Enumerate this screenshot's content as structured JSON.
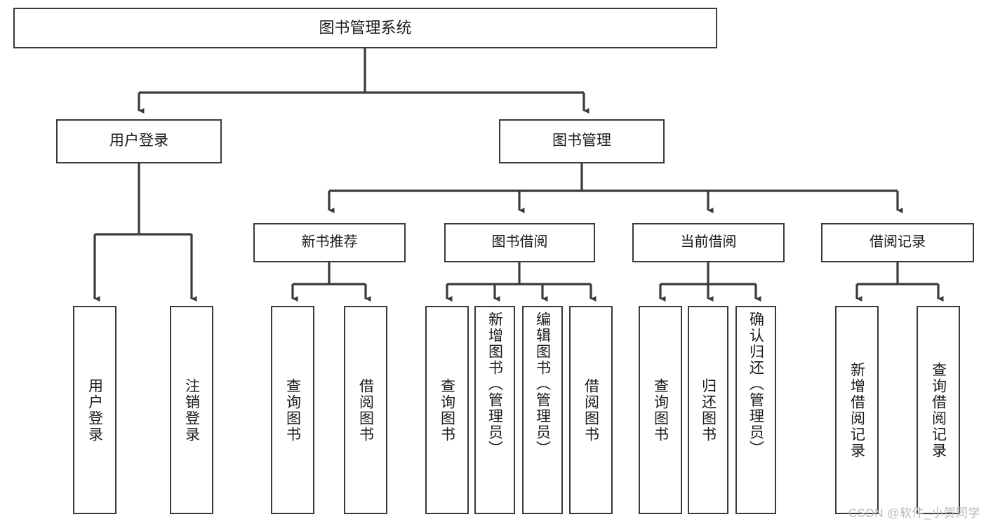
{
  "diagram": {
    "title": "图书管理系统",
    "type": "hierarchy-tree",
    "root": {
      "id": "root",
      "label": "图书管理系统"
    },
    "level2": [
      {
        "id": "user-login",
        "label": "用户登录"
      },
      {
        "id": "book-manage",
        "label": "图书管理"
      }
    ],
    "level3": [
      {
        "id": "new-book-rec",
        "label": "新书推荐",
        "parent": "book-manage"
      },
      {
        "id": "book-borrow",
        "label": "图书借阅",
        "parent": "book-manage"
      },
      {
        "id": "current-borrow",
        "label": "当前借阅",
        "parent": "book-manage"
      },
      {
        "id": "borrow-record",
        "label": "借阅记录",
        "parent": "book-manage"
      }
    ],
    "leaves": [
      {
        "id": "leaf-user-login",
        "label": "用户登录",
        "parent": "user-login"
      },
      {
        "id": "leaf-user-logout",
        "label": "注销登录",
        "parent": "user-login"
      },
      {
        "id": "leaf-query-book-1",
        "label": "查询图书",
        "parent": "new-book-rec"
      },
      {
        "id": "leaf-borrow-book-1",
        "label": "借阅图书",
        "parent": "new-book-rec"
      },
      {
        "id": "leaf-query-book-2",
        "label": "查询图书",
        "parent": "book-borrow"
      },
      {
        "id": "leaf-add-book",
        "label": "新增图书（管理员）",
        "parent": "book-borrow"
      },
      {
        "id": "leaf-edit-book",
        "label": "编辑图书（管理员）",
        "parent": "book-borrow"
      },
      {
        "id": "leaf-borrow-book-2",
        "label": "借阅图书",
        "parent": "book-borrow"
      },
      {
        "id": "leaf-query-book-3",
        "label": "查询图书",
        "parent": "current-borrow"
      },
      {
        "id": "leaf-return-book",
        "label": "归还图书",
        "parent": "current-borrow"
      },
      {
        "id": "leaf-confirm-return",
        "label": "确认归还（管理员）",
        "parent": "current-borrow"
      },
      {
        "id": "leaf-add-record",
        "label": "新增借阅记录",
        "parent": "borrow-record"
      },
      {
        "id": "leaf-query-record",
        "label": "查询借阅记录",
        "parent": "borrow-record"
      }
    ],
    "colors": {
      "border": "#3a3a3a",
      "background": "#ffffff",
      "text": "#1a1a1a",
      "connector": "#3a3a3a",
      "watermark": "#b9b9b9"
    }
  },
  "watermark": {
    "text": "CSDN @软件_小贺同学"
  }
}
